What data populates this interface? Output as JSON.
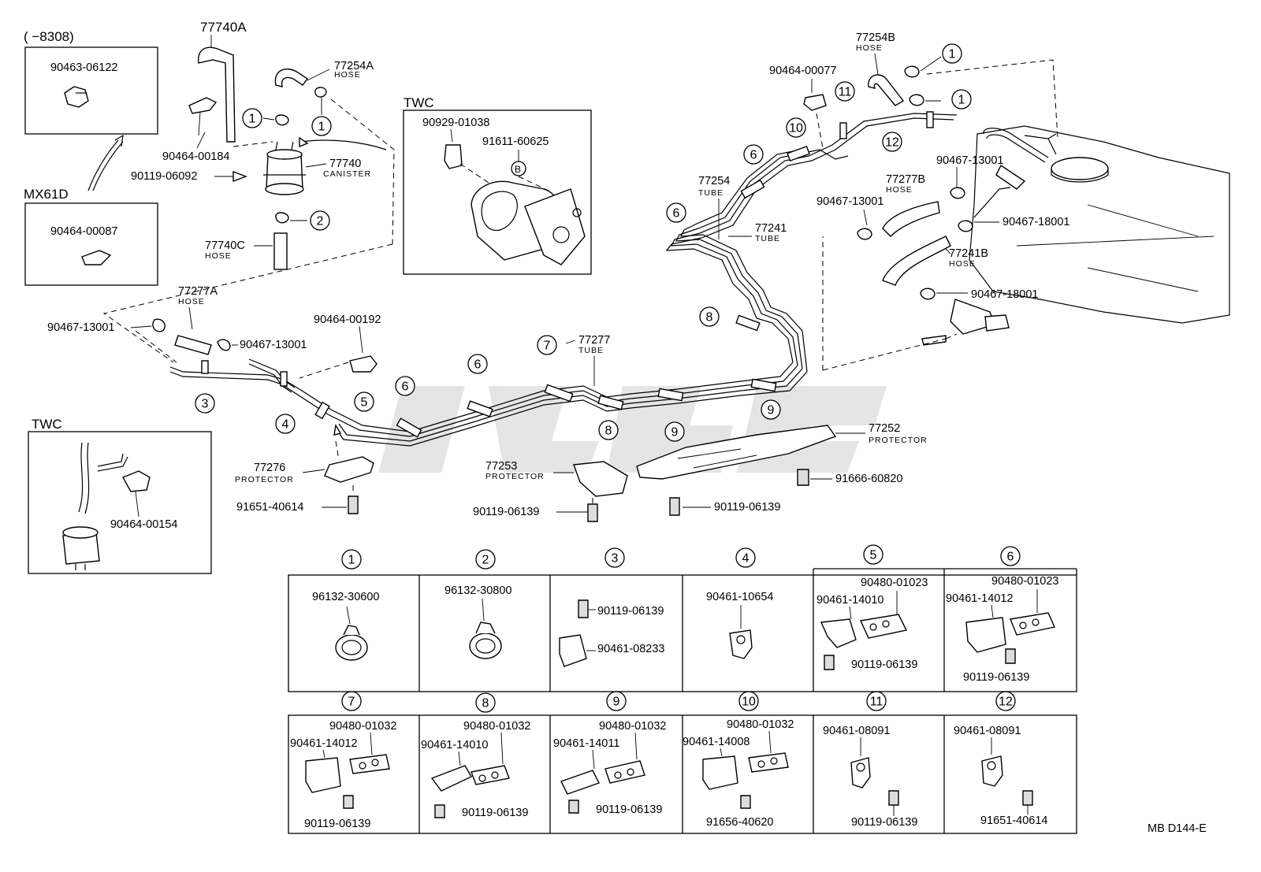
{
  "header": {
    "range": "(     −8308)",
    "variant": "MX61D",
    "twc_top": "TWC",
    "twc_left": "TWC"
  },
  "inset_boxes": {
    "box_range_part": "90463-06122",
    "box_mx61d_part": "90464-00087",
    "box_twc_top_parts": [
      "90929-01038",
      "91611-60625"
    ],
    "box_twc_top_marker": "B",
    "box_twc_left_part": "90464-00154"
  },
  "callouts": [
    {
      "id": "c_77740A",
      "text": "77740A"
    },
    {
      "id": "c_77254A",
      "text": "77254A",
      "sub": "HOSE"
    },
    {
      "id": "c_9046400184",
      "text": "90464-00184"
    },
    {
      "id": "c_9011906092",
      "text": "90119-06092"
    },
    {
      "id": "c_77740",
      "text": "77740",
      "sub": "CANISTER"
    },
    {
      "id": "c_77740C",
      "text": "77740C",
      "sub": "HOSE"
    },
    {
      "id": "c_77277A",
      "text": "77277A",
      "sub": "HOSE"
    },
    {
      "id": "c_9046713001a",
      "text": "90467-13001"
    },
    {
      "id": "c_9046713001b",
      "text": "90467-13001"
    },
    {
      "id": "c_9046400192",
      "text": "90464-00192"
    },
    {
      "id": "c_77276",
      "text": "77276",
      "sub": "PROTECTOR"
    },
    {
      "id": "c_9165140614",
      "text": "91651-40614"
    },
    {
      "id": "c_77253",
      "text": "77253",
      "sub": "PROTECTOR"
    },
    {
      "id": "c_9011906139a",
      "text": "90119-06139"
    },
    {
      "id": "c_9011906139b",
      "text": "90119-06139"
    },
    {
      "id": "c_77277",
      "text": "77277",
      "sub": "TUBE"
    },
    {
      "id": "c_77252",
      "text": "77252",
      "sub": "PROTECTOR"
    },
    {
      "id": "c_9166660820",
      "text": "91666-60820"
    },
    {
      "id": "c_77254",
      "text": "77254",
      "sub": "TUBE"
    },
    {
      "id": "c_77241",
      "text": "77241",
      "sub": "TUBE"
    },
    {
      "id": "c_9046400077",
      "text": "90464-00077"
    },
    {
      "id": "c_77254B",
      "text": "77254B",
      "sub": "HOSE"
    },
    {
      "id": "c_9046713001c",
      "text": "90467-13001"
    },
    {
      "id": "c_9046713001d",
      "text": "90467-13001"
    },
    {
      "id": "c_77277B",
      "text": "77277B",
      "sub": "HOSE"
    },
    {
      "id": "c_9046718001a",
      "text": "90467-18001"
    },
    {
      "id": "c_77241B",
      "text": "77241B",
      "sub": "HOSE"
    },
    {
      "id": "c_9046718001b",
      "text": "90467-18001"
    }
  ],
  "markers": [
    "1",
    "2",
    "3",
    "4",
    "5",
    "6",
    "7",
    "8",
    "9",
    "10",
    "11",
    "12"
  ],
  "marker_glyphs": {
    "1": "1",
    "2": "2",
    "3": "3",
    "4": "4",
    "5": "5",
    "6": "6",
    "7": "7",
    "8": "8",
    "9": "9",
    "10": "10",
    "11": "11",
    "12": "12"
  },
  "table": {
    "row1": [
      {
        "num": "1",
        "parts": [
          "96132-30600"
        ]
      },
      {
        "num": "2",
        "parts": [
          "96132-30800"
        ]
      },
      {
        "num": "3",
        "parts": [
          "90119-06139",
          "90461-08233"
        ]
      },
      {
        "num": "4",
        "parts": [
          "90461-10654"
        ]
      },
      {
        "num": "5",
        "parts": [
          "90480-01023",
          "90461-14010",
          "90119-06139"
        ]
      },
      {
        "num": "6",
        "parts": [
          "90480-01023",
          "90461-14012",
          "90119-06139"
        ]
      }
    ],
    "row2": [
      {
        "num": "7",
        "parts": [
          "90480-01032",
          "90461-14012",
          "90119-06139"
        ]
      },
      {
        "num": "8",
        "parts": [
          "90480-01032",
          "90461-14010",
          "90119-06139"
        ]
      },
      {
        "num": "9",
        "parts": [
          "90480-01032",
          "90461-14011",
          "90119-06139"
        ]
      },
      {
        "num": "10",
        "parts": [
          "90480-01032",
          "90461-14008",
          "91656-40620"
        ]
      },
      {
        "num": "11",
        "parts": [
          "90461-08091",
          "90119-06139"
        ]
      },
      {
        "num": "12",
        "parts": [
          "90461-08091",
          "91651-40614"
        ]
      }
    ]
  },
  "footer": {
    "code": "MB  D144-E"
  }
}
